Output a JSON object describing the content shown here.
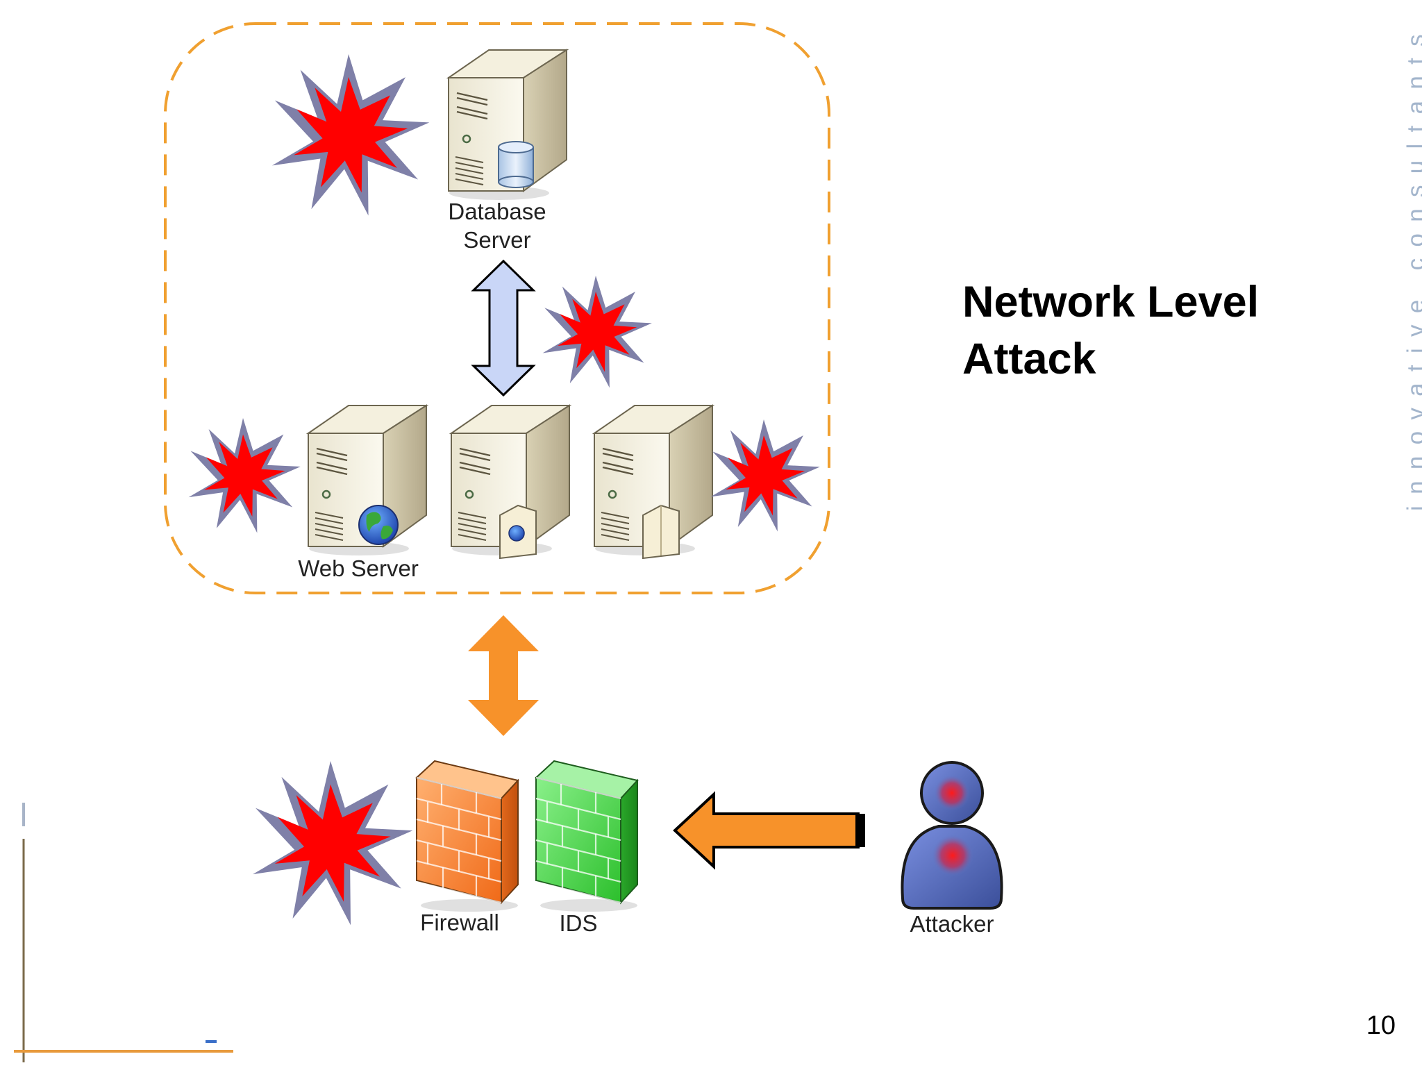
{
  "slide": {
    "title_line1": "Network Level",
    "title_line2": "Attack",
    "tagline": "innovative consultants",
    "page_number": "10"
  },
  "diagram": {
    "nodes": [
      {
        "id": "database-server",
        "label_line1": "Database",
        "label_line2": "Server"
      },
      {
        "id": "web-server",
        "label": "Web Server"
      },
      {
        "id": "app-server",
        "label": ""
      },
      {
        "id": "file-server",
        "label": ""
      },
      {
        "id": "firewall",
        "label": "Firewall"
      },
      {
        "id": "ids",
        "label": "IDS"
      },
      {
        "id": "attacker",
        "label": "Attacker"
      }
    ],
    "edges": [
      {
        "from": "database-server",
        "to": "app-server",
        "type": "bidirectional"
      },
      {
        "from": "server-zone",
        "to": "firewall",
        "type": "bidirectional"
      },
      {
        "from": "attacker",
        "to": "ids",
        "type": "directed"
      }
    ],
    "colors": {
      "zone_border": "#f0a030",
      "burst_fill": "#ff0000",
      "burst_outline": "#7f80a8",
      "arrow_orange": "#f7922a",
      "arrow_blue": "#c9d6f7",
      "firewall": "#f57d2b",
      "ids": "#3ecb3e",
      "attacker": "#5a78c8",
      "corner_rule": "#e89a3c"
    },
    "icons": [
      "server-icon",
      "database-icon",
      "globe-icon",
      "document-icon",
      "brick-wall-icon",
      "person-icon",
      "burst-icon"
    ]
  }
}
